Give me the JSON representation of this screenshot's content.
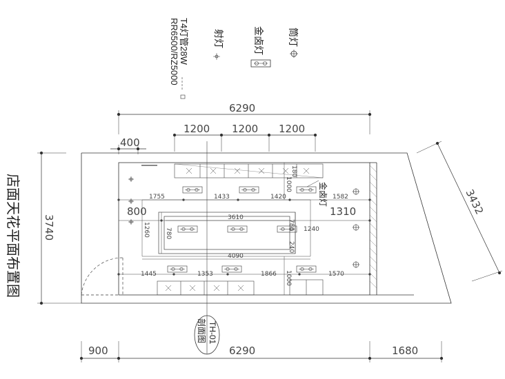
{
  "title": "店面天花平面布置图",
  "legend": {
    "downlight": "筒灯",
    "halogen": "金卤灯",
    "spotlight": "射灯",
    "tube_line1": "T4灯管28W",
    "tube_line2": "RR6500/RZ5000"
  },
  "dimensions": {
    "top_total": "6290",
    "top_seg1": "1200",
    "top_seg2": "1200",
    "top_seg3": "1200",
    "top_small": "400",
    "left_height": "3740",
    "right_diagonal": "3432",
    "bottom_left": "900",
    "bottom_total": "6290",
    "bottom_right": "1680",
    "row1_a": "1755",
    "row1_b": "1433",
    "row1_c": "1420",
    "row1_d": "1582",
    "left_800": "800",
    "right_1310": "1310",
    "vert_1000_top": "1000",
    "vert_180": "180",
    "inner_3610": "3610",
    "inner_1260": "1260",
    "inner_780a": "780",
    "inner_780b": "780",
    "inner_1240": "1240",
    "inner_240": "240",
    "inner_4090": "4090",
    "row2_a": "1445",
    "row2_b": "1353",
    "row2_c": "1866",
    "row2_d": "1570",
    "vert_1000_bottom": "1000"
  },
  "annotations": {
    "halogen_callout": "金卤灯",
    "section_line1": "TH-01",
    "section_line2": "剖面图"
  }
}
